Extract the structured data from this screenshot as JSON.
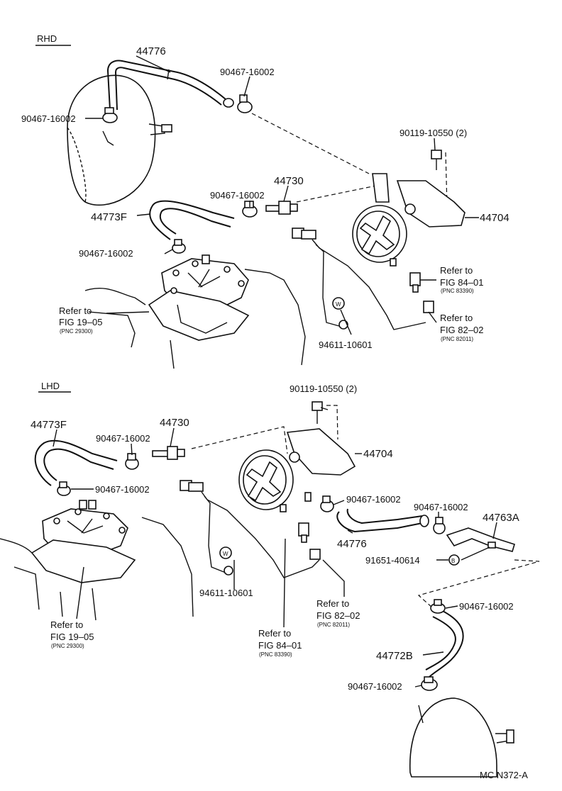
{
  "sections": {
    "rhd": "RHD",
    "lhd": "LHD"
  },
  "rhd_labels": {
    "p44776": "44776",
    "p90467_a": "90467-16002",
    "p90467_b": "90467-16002",
    "p90467_c": "90467-16002",
    "p90467_d": "90467-16002",
    "p90119": "90119-10550 (2)",
    "p44730": "44730",
    "p44773F": "44773F",
    "p44704": "44704",
    "p94611": "94611-10601",
    "w_mark": "W",
    "ref1_line1": "Refer to",
    "ref1_line2": "FIG 19–05",
    "ref1_pnc": "(PNC 29300)",
    "ref2_line1": "Refer to",
    "ref2_line2": "FIG 84–01",
    "ref2_pnc": "(PNC 83390)",
    "ref3_line1": "Refer to",
    "ref3_line2": "FIG 82–02",
    "ref3_pnc": "(PNC 82011)"
  },
  "lhd_labels": {
    "p90119": "90119-10550 (2)",
    "p44773F": "44773F",
    "p44730": "44730",
    "p90467_a": "90467-16002",
    "p90467_b": "90467-16002",
    "p90467_c": "90467-16002",
    "p90467_d": "90467-16002",
    "p90467_e": "90467-16002",
    "p90467_f": "90467-16002",
    "p44704": "44704",
    "p44776": "44776",
    "p44763A": "44763A",
    "p91651": "91651-40614",
    "b_mark": "B",
    "w_mark": "W",
    "p94611": "94611-10601",
    "p44772B": "44772B",
    "ref1_line1": "Refer to",
    "ref1_line2": "FIG 19–05",
    "ref1_pnc": "(PNC 29300)",
    "ref2_line1": "Refer to",
    "ref2_line2": "FIG 82–02",
    "ref2_pnc": "(PNC 82011)",
    "ref3_line1": "Refer to",
    "ref3_line2": "FIG 84–01",
    "ref3_pnc": "(PNC 83390)"
  },
  "footer": {
    "code": "MC N372-A"
  }
}
